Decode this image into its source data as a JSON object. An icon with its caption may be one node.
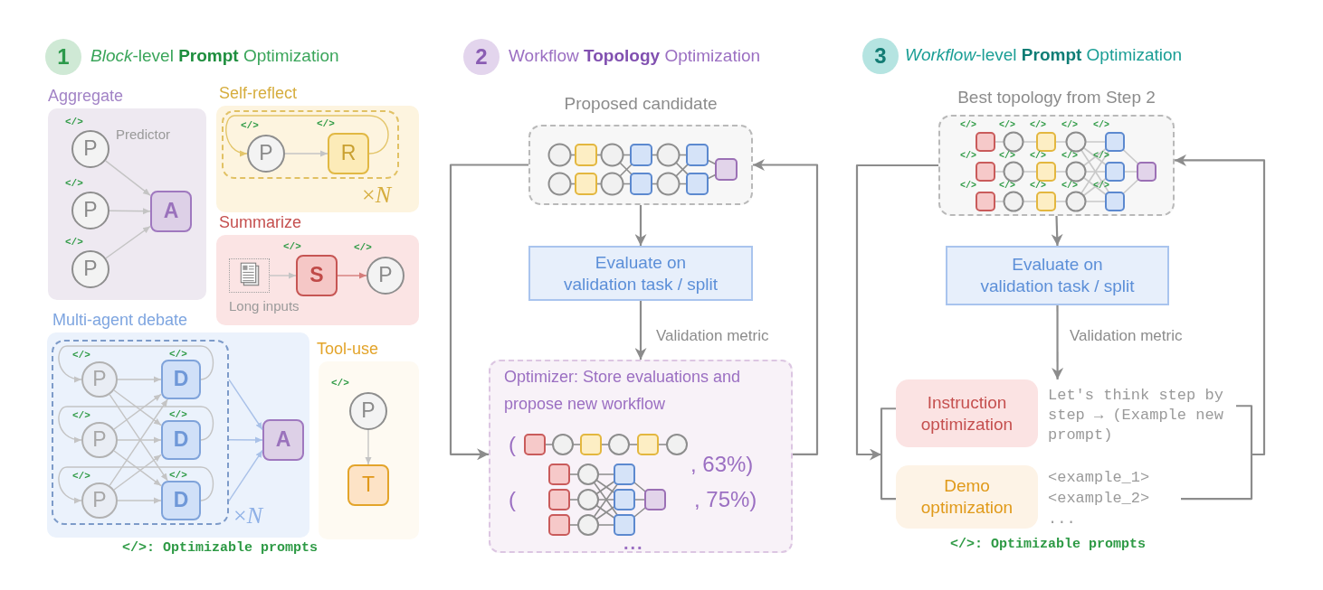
{
  "diagram": {
    "nodes": [
      {
        "text": [
          "1"
        ],
        "beside": [
          "*Block*-level **Prompt** Optimization"
        ]
      },
      {
        "text": [
          "Aggregate"
        ]
      },
      {
        "text": [
          "P"
        ],
        "in": 1,
        "beside": [
          "</>",
          "Predictor"
        ]
      },
      {
        "text": [
          "P"
        ],
        "in": 1,
        "beside": [
          "</>"
        ]
      },
      {
        "text": [
          "P"
        ],
        "in": 1,
        "beside": [
          "</>"
        ]
      },
      {
        "text": [
          "A"
        ],
        "in": 1
      },
      {
        "text": [
          "Self-reflect"
        ]
      },
      {
        "text": [],
        "shape": "box",
        "in": 6,
        "beside": [
          "×*N*"
        ]
      },
      {
        "text": [
          "P"
        ],
        "in": 7,
        "beside": [
          "</>"
        ]
      },
      {
        "text": [
          "R"
        ],
        "in": 7,
        "beside": [
          "</>"
        ]
      },
      {
        "text": [
          "Summarize"
        ]
      },
      {
        "text": [],
        "shape": "picture",
        "in": 10,
        "beside": [
          "Long inputs"
        ]
      },
      {
        "text": [
          "S"
        ],
        "in": 10,
        "beside": [
          "</>"
        ]
      },
      {
        "text": [
          "P"
        ],
        "in": 10,
        "beside": [
          "</>"
        ]
      },
      {
        "text": [
          "Multi-agent debate"
        ]
      },
      {
        "text": [],
        "shape": "box",
        "in": 14,
        "beside": [
          "×*N*"
        ]
      },
      {
        "text": [
          "P"
        ],
        "in": 15,
        "beside": [
          "</>"
        ]
      },
      {
        "text": [
          "P"
        ],
        "in": 15,
        "beside": [
          "</>"
        ]
      },
      {
        "text": [
          "P"
        ],
        "in": 15,
        "beside": [
          "</>"
        ]
      },
      {
        "text": [
          "D"
        ],
        "in": 15,
        "beside": [
          "</>"
        ]
      },
      {
        "text": [
          "D"
        ],
        "in": 15,
        "beside": [
          "</>"
        ]
      },
      {
        "text": [
          "D"
        ],
        "in": 15,
        "beside": [
          "</>"
        ]
      },
      {
        "text": [
          "A"
        ],
        "in": 14
      },
      {
        "text": [
          "Tool-use"
        ]
      },
      {
        "text": [
          "P"
        ],
        "in": 23,
        "beside": [
          "</>"
        ]
      },
      {
        "text": [
          "T"
        ],
        "in": 23
      },
      {
        "text": [
          "2"
        ],
        "beside": [
          "Workflow **Topology** Optimization"
        ]
      },
      {
        "text": [
          "Proposed candidate"
        ]
      },
      {
        "text": [
          "Evaluate on validation task / split"
        ]
      },
      {
        "text": [
          "Optimizer: Store evaluations and propose new workflow",
          "(",
          ", 63%)",
          "(",
          ", 75%)",
          "..."
        ]
      },
      {
        "text": [
          "3"
        ],
        "beside": [
          "*Workflow*-level **Prompt** Optimization"
        ]
      },
      {
        "text": [
          "Best topology from Step 2",
          "</>",
          "</>",
          "</>",
          "</>",
          "</>",
          "</>",
          "</>",
          "</>",
          "</>",
          "</>",
          "</>",
          "</>",
          "</>",
          "</>",
          "</>"
        ]
      },
      {
        "text": [
          "Evaluate on validation task / split"
        ]
      },
      {
        "text": [
          "Instruction optimization"
        ],
        "beside": [
          "Let's think step by step → (Example new prompt)"
        ]
      },
      {
        "text": [
          "Demo optimization"
        ],
        "beside": [
          "<example_1>",
          "<example_2>",
          "..."
        ]
      }
    ],
    "edges": [
      {
        "from": 2,
        "to": 5,
        "arrow": "to"
      },
      {
        "from": 3,
        "to": 5,
        "arrow": "to"
      },
      {
        "from": 4,
        "to": 5,
        "arrow": "to"
      },
      {
        "from": 8,
        "to": 9,
        "arrow": "to"
      },
      {
        "from": 9,
        "to": 8,
        "arrow": "to",
        "color": "#e3c56a"
      },
      {
        "from": 11,
        "to": 12,
        "arrow": "to"
      },
      {
        "from": 12,
        "to": 13,
        "arrow": "to",
        "color": "#d47c7a"
      },
      {
        "from": 16,
        "to": 19,
        "arrow": "to"
      },
      {
        "from": 16,
        "to": 20,
        "arrow": "to"
      },
      {
        "from": 16,
        "to": 21,
        "arrow": "to"
      },
      {
        "from": 17,
        "to": 19,
        "arrow": "to"
      },
      {
        "from": 17,
        "to": 20,
        "arrow": "to"
      },
      {
        "from": 17,
        "to": 21,
        "arrow": "to"
      },
      {
        "from": 18,
        "to": 19,
        "arrow": "to"
      },
      {
        "from": 18,
        "to": 20,
        "arrow": "to"
      },
      {
        "from": 18,
        "to": 21,
        "arrow": "to"
      },
      {
        "from": 19,
        "to": 16,
        "arrow": "to"
      },
      {
        "from": 20,
        "to": 17,
        "arrow": "to"
      },
      {
        "from": 21,
        "to": 18,
        "arrow": "to"
      },
      {
        "from": 15,
        "to": 22,
        "arrow": "to",
        "color": "#a9c1e8"
      },
      {
        "from": 15,
        "to": 22,
        "arrow": "to",
        "color": "#a9c1e8"
      },
      {
        "from": 15,
        "to": 22,
        "arrow": "to",
        "color": "#a9c1e8"
      },
      {
        "from": 24,
        "to": 25,
        "arrow": "to"
      },
      {
        "from": 27,
        "to": 28,
        "arrow": "to",
        "color": "#8c8c8c"
      },
      {
        "from": 28,
        "to": 29,
        "arrow": "to",
        "label": "Validation metric",
        "color": "#8c8c8c"
      },
      {
        "from": 27,
        "to": 29,
        "arrow": "to",
        "color": "#8c8c8c"
      },
      {
        "from": 29,
        "to": 27,
        "arrow": "to",
        "color": "#8c8c8c"
      },
      {
        "from": 31,
        "to": 32,
        "arrow": "to",
        "color": "#8c8c8c"
      },
      {
        "from": 32,
        "to": 33,
        "arrow": "to",
        "label": "Validation metric",
        "color": "#8c8c8c"
      },
      {
        "from": 31,
        "to": 33,
        "arrow": "to",
        "color": "#8c8c8c"
      },
      {
        "from": 31,
        "to": 34,
        "arrow": "to",
        "color": "#8c8c8c"
      },
      {
        "from": 33,
        "to": 31,
        "arrow": "to",
        "color": "#8c8c8c"
      },
      {
        "from": 34,
        "to": 31,
        "arrow": "to",
        "color": "#8c8c8c"
      }
    ],
    "labels": [
      "</>: Optimizable prompts",
      "</>: Optimizable prompts"
    ]
  }
}
